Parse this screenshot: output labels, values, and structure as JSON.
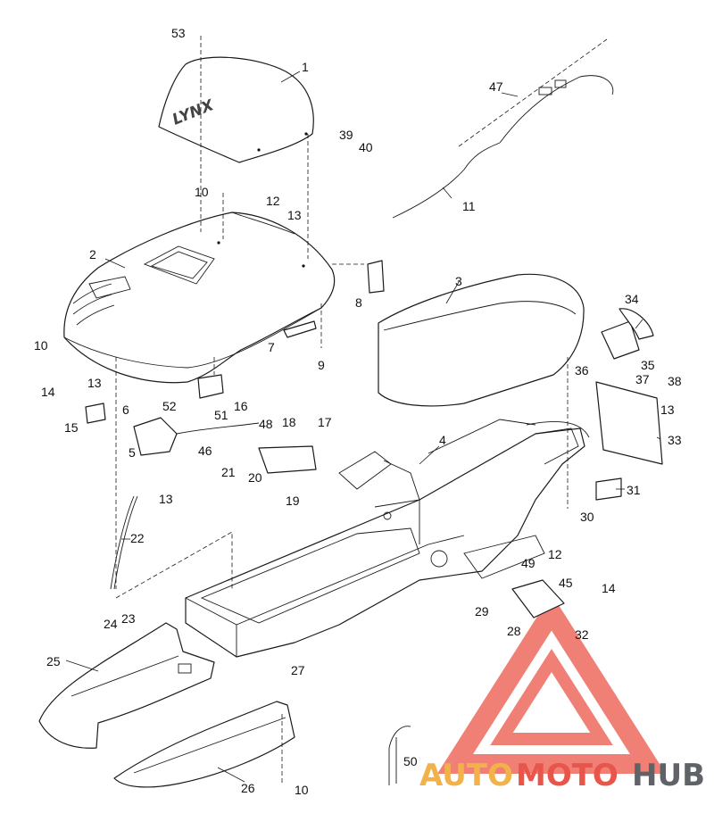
{
  "diagram": {
    "hood_logo": "LYNX",
    "callouts": {
      "c1": "1",
      "c2": "2",
      "c3": "3",
      "c4": "4",
      "c5": "5",
      "c6": "6",
      "c7": "7",
      "c8": "8",
      "c9": "9",
      "c10a": "10",
      "c10b": "10",
      "c10c": "10",
      "c11": "11",
      "c12a": "12",
      "c12b": "12",
      "c13a": "13",
      "c13b": "13",
      "c13c": "13",
      "c13d": "13",
      "c14a": "14",
      "c14b": "14",
      "c15": "15",
      "c16": "16",
      "c17": "17",
      "c18": "18",
      "c19": "19",
      "c20": "20",
      "c21": "21",
      "c22": "22",
      "c23": "23",
      "c24": "24",
      "c25": "25",
      "c26": "26",
      "c27": "27",
      "c28": "28",
      "c29": "29",
      "c30": "30",
      "c31": "31",
      "c32": "32",
      "c33": "33",
      "c34": "34",
      "c35": "35",
      "c36": "36",
      "c37": "37",
      "c38": "38",
      "c39": "39",
      "c40": "40",
      "c45": "45",
      "c46": "46",
      "c47": "47",
      "c48": "48",
      "c49": "49",
      "c50": "50",
      "c51": "51",
      "c52": "52",
      "c53": "53"
    }
  },
  "watermark": {
    "part1": "AUTO",
    "part2": "MOTO",
    "part3": "HUB",
    "colors": {
      "auto": "#f2b24a",
      "moto": "#e8554a",
      "hub": "#5f6368",
      "triangle": "#ee6a5e"
    }
  }
}
